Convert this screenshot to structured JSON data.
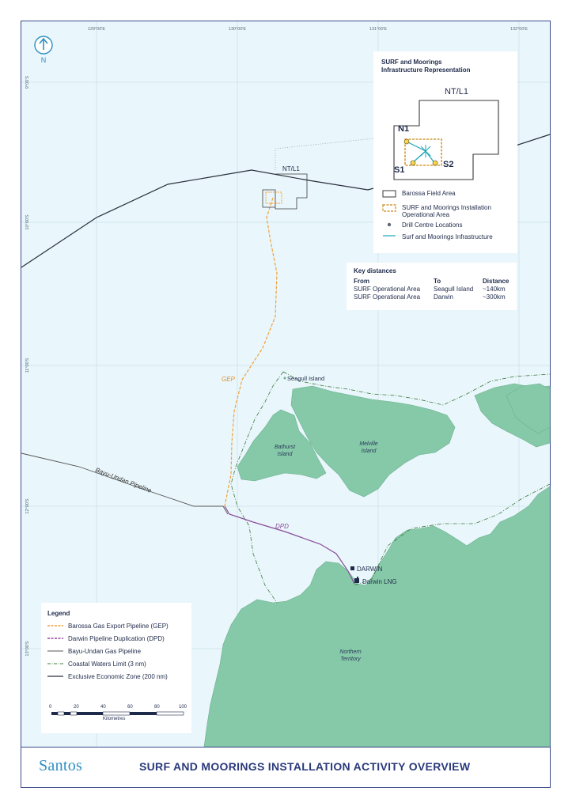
{
  "north_arrow": {
    "label": "N"
  },
  "graticule": {
    "longitudes": [
      "129°00'E",
      "130°00'E",
      "131°00'E",
      "132°00'E"
    ],
    "latitudes": [
      "9°00'S",
      "10°00'S",
      "11°00'S",
      "12°00'S",
      "13°00'S"
    ]
  },
  "map_labels": {
    "nt_l1": "NT/L1",
    "gep": "GEP",
    "dpd": "DPD",
    "bayu_undan": "Bayu-Undan Pipeline",
    "seagull_island": "Seagull Island",
    "bathurst_island": "Bathurst Island",
    "melville_island": "Melville Island",
    "darwin": "DARWIN",
    "darwin_lng": "Darwin LNG",
    "northern_territory": "Northern Territory"
  },
  "inset": {
    "title_line1": "SURF and Moorings",
    "title_line2": "Infrastructure Representation",
    "nt_l1": "NT/L1",
    "n1": "N1",
    "s1": "S1",
    "s2": "S2",
    "legend": [
      "Barossa Field Area",
      "SURF and Moorings Installation",
      "Operational Area",
      "Drill Centre Locations",
      "Surf and Moorings Infrastructure"
    ]
  },
  "key_distances": {
    "title": "Key distances",
    "headers": [
      "From",
      "To",
      "Distance"
    ],
    "rows": [
      [
        "SURF Operational Area",
        "Seagull Island",
        "~140km"
      ],
      [
        "SURF Operational Area",
        "Darwin",
        "~300km"
      ]
    ]
  },
  "legend": {
    "title": "Legend",
    "items": [
      "Barossa Gas Export Pipeline (GEP)",
      "Darwin Pipeline Duplication (DPD)",
      "Bayu-Undan Gas Pipeline",
      "Coastal Waters Limit (3 nm)",
      "Exclusive Economic Zone (200 nm)"
    ],
    "scale_ticks": [
      "0",
      "20",
      "40",
      "60",
      "80",
      "100"
    ],
    "scale_unit": "Kilometres"
  },
  "footer": {
    "brand": "Santos",
    "title": "SURF AND MOORINGS INSTALLATION ACTIVITY OVERVIEW"
  },
  "colors": {
    "sea": "#e9f6fb",
    "land": "#86c9a8",
    "gep": "#f2a13a",
    "dpd": "#8a4c9a",
    "bayu": "#555555",
    "coastal": "#3c7a3c",
    "eez": "#2a2e3e",
    "infra": "#1aa6b7"
  }
}
